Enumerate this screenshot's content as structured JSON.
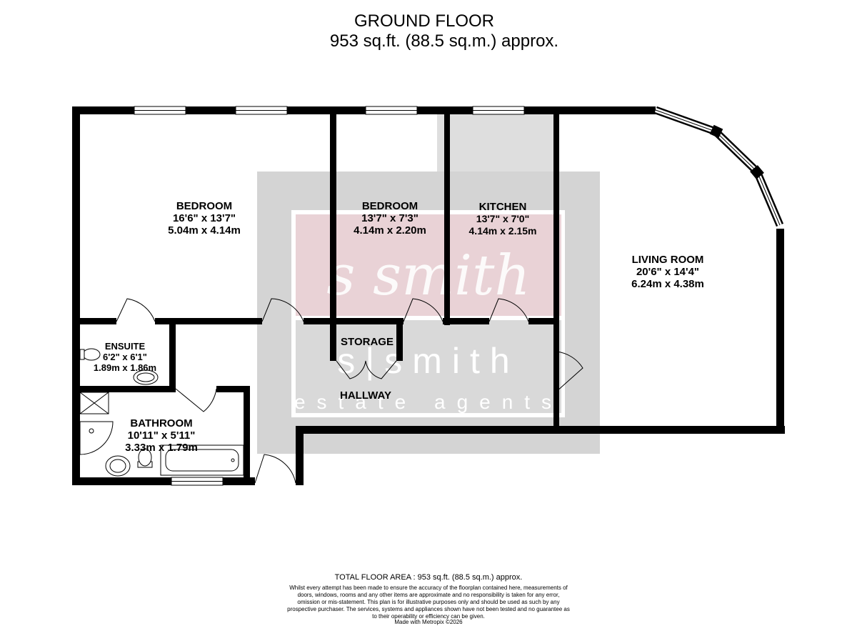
{
  "header": {
    "title": "GROUND FLOOR",
    "area": "953 sq.ft. (88.5 sq.m.) approx."
  },
  "rooms": {
    "bedroom1": {
      "name": "BEDROOM",
      "imperial": "16'6\"  x 13'7\"",
      "metric": "5.04m  x 4.14m"
    },
    "bedroom2": {
      "name": "BEDROOM",
      "imperial": "13'7\"  x 7'3\"",
      "metric": "4.14m  x 2.20m"
    },
    "kitchen": {
      "name": "KITCHEN",
      "imperial": "13'7\"  x 7'0\"",
      "metric": "4.14m  x 2.15m"
    },
    "living": {
      "name": "LIVING ROOM",
      "imperial": "20'6\"  x 14'4\"",
      "metric": "6.24m  x 4.38m"
    },
    "ensuite": {
      "name": "ENSUITE",
      "imperial": "6'2\"  x 6'1\"",
      "metric": "1.89m  x 1.86m"
    },
    "bathroom": {
      "name": "BATHROOM",
      "imperial": "10'11\"  x 5'11\"",
      "metric": "3.33m  x 1.79m"
    },
    "storage": {
      "name": "STORAGE"
    },
    "hallway": {
      "name": "HALLWAY"
    }
  },
  "watermark": {
    "script": "s smith",
    "name": "s|smith",
    "tagline": "estate agents"
  },
  "footer": {
    "total": "TOTAL FLOOR AREA : 953 sq.ft. (88.5 sq.m.) approx.",
    "disclaimer": "Whilst every attempt has been made to ensure the accuracy of the floorplan contained here, measurements of doors, windows, rooms and any other items are approximate and no responsibility is taken for any error, omission or mis-statement. This plan is for illustrative purposes only and should be used as such by any prospective purchaser. The services, systems and appliances shown have not been tested and no guarantee as to their operability or efficiency can be given.",
    "made_with": "Made with Metropix ©2026"
  },
  "colors": {
    "wall": "#000000",
    "watermark_grey": "#d4d4d4",
    "watermark_pink": "#e9d2d6"
  },
  "icons": [
    "toilet-icon",
    "basin-icon",
    "shower-icon",
    "bath-icon",
    "door-swing-icon",
    "window-icon"
  ]
}
